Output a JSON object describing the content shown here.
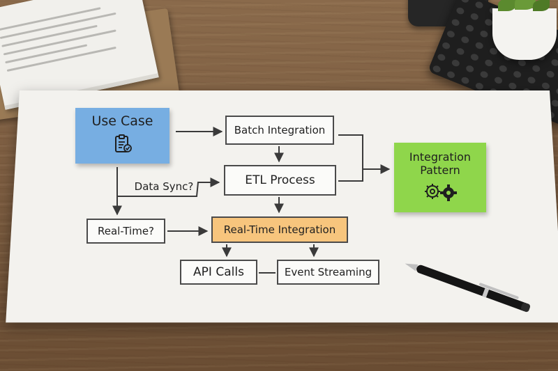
{
  "diagram": {
    "use_case": "Use Case",
    "batch_integration": "Batch Integration",
    "etl_process": "ETL Process",
    "data_sync": "Data Sync?",
    "real_time_question": "Real-Time?",
    "real_time_integration": "Real-Time Integration",
    "api_calls": "API Calls",
    "event_streaming": "Event Streaming",
    "integration_pattern_line1": "Integration",
    "integration_pattern_line2": "Pattern"
  },
  "colors": {
    "use_case_note": "#77aee2",
    "integration_pattern_note": "#8fd64b",
    "real_time_integration_box": "#f7c57d",
    "sheet": "#f3f2ee",
    "desk": "#7b5c40"
  },
  "icons": {
    "use_case": "clipboard-check-icon",
    "integration_pattern": "gears-icon"
  }
}
